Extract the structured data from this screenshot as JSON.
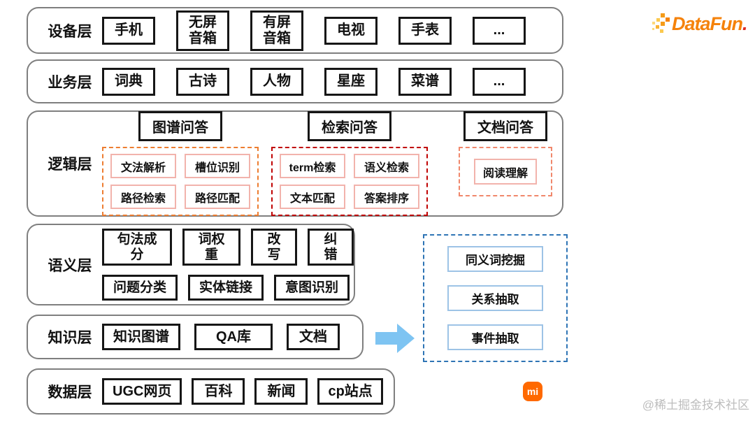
{
  "layers": {
    "device": {
      "label": "设备层",
      "items": [
        "手机",
        "无屏\n音箱",
        "有屏\n音箱",
        "电视",
        "手表",
        "..."
      ]
    },
    "business": {
      "label": "业务层",
      "items": [
        "词典",
        "古诗",
        "人物",
        "星座",
        "菜谱",
        "..."
      ]
    },
    "logic": {
      "label": "逻辑层",
      "groups": [
        {
          "header": "图谱问答",
          "items": [
            "文法解析",
            "槽位识别",
            "路径检索",
            "路径匹配"
          ]
        },
        {
          "header": "检索问答",
          "items": [
            "term检索",
            "语义检索",
            "文本匹配",
            "答案排序"
          ]
        },
        {
          "header": "文档问答",
          "items": [
            "阅读理解"
          ]
        }
      ]
    },
    "semantic": {
      "label": "语义层",
      "row1": [
        "句法成分",
        "词权重",
        "改写",
        "纠错"
      ],
      "row2": [
        "问题分类",
        "实体链接",
        "意图识别"
      ]
    },
    "knowledge": {
      "label": "知识层",
      "items": [
        "知识图谱",
        "QA库",
        "文档"
      ]
    },
    "data": {
      "label": "数据层",
      "items": [
        "UGC网页",
        "百科",
        "新闻",
        "cp站点"
      ]
    }
  },
  "side_panel": {
    "items": [
      "同义词挖掘",
      "关系抽取",
      "事件抽取"
    ]
  },
  "branding": {
    "datafun_name": "DataFun",
    "datafun_dot": ".",
    "xiaomi_logo_text": "mi",
    "watermark": "@稀土掘金技术社区"
  },
  "colors": {
    "container_border": "#7f7f7f",
    "box_border": "#161616",
    "logic_group1_dashed": "#ED7D31",
    "logic_group2_dashed": "#C00000",
    "logic_group3_dashed": "#F0876B",
    "logic_subitem_border": "#F2B3AC",
    "side_panel_dashed": "#2E74B5",
    "side_item_border": "#9DC3E6",
    "arrow_blue": "#7EC4F2",
    "datafun_orange": "#F5820B",
    "xiaomi_orange": "#FF6900",
    "watermark_gray": "#BDBDBD"
  }
}
